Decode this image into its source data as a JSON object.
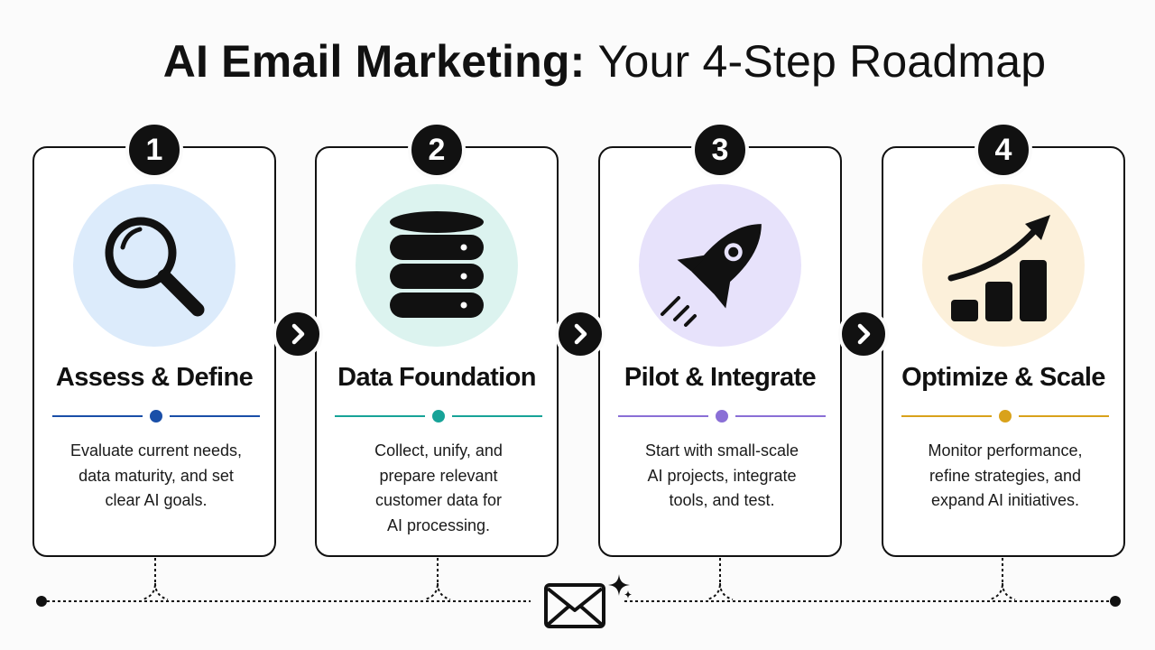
{
  "title": {
    "bold": "AI Email Marketing:",
    "light": "Your 4-Step Roadmap"
  },
  "steps": [
    {
      "number": "1",
      "title": "Assess & Define",
      "desc": [
        "Evaluate current needs,",
        "data maturity, and set",
        "clear AI goals."
      ],
      "icon": "magnifying-glass-icon",
      "accent": "#1a4fa8",
      "tint": "#dcebfb"
    },
    {
      "number": "2",
      "title": "Data Foundation",
      "desc": [
        "Collect, unify, and",
        "prepare relevant",
        "customer data for",
        "AI processing."
      ],
      "icon": "database-icon",
      "accent": "#17a398",
      "tint": "#dcf3ef"
    },
    {
      "number": "3",
      "title": "Pilot & Integrate",
      "desc": [
        "Start with small-scale",
        "AI projects, integrate",
        "tools, and test."
      ],
      "icon": "rocket-icon",
      "accent": "#8a6fd6",
      "tint": "#e7e2fb"
    },
    {
      "number": "4",
      "title": "Optimize & Scale",
      "desc": [
        "Monitor performance,",
        "refine strategies, and",
        "expand AI initiatives."
      ],
      "icon": "growth-chart-icon",
      "accent": "#d9a21b",
      "tint": "#fcf0da"
    }
  ],
  "connectors": [
    "chevron-right-icon",
    "chevron-right-icon",
    "chevron-right-icon"
  ],
  "footer": {
    "icon": "email-envelope-icon",
    "sparkle": "sparkle-icon"
  }
}
